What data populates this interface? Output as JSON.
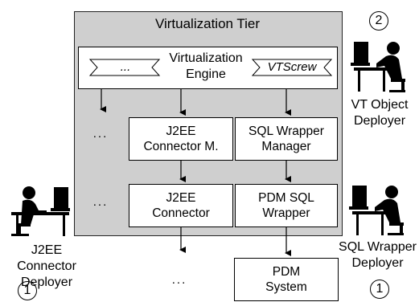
{
  "tier": {
    "title": "Virtualization Tier"
  },
  "engine": {
    "label": "Virtualization\nEngine",
    "left_tag": "...",
    "right_tag": "VTScrew"
  },
  "boxes": {
    "connector_manager": "J2EE\nConnector M.",
    "sql_wrapper_manager": "SQL Wrapper\nManager",
    "connector": "J2EE\nConnector",
    "pdm_sql_wrapper": "PDM SQL\nWrapper",
    "pdm_system": "PDM\nSystem"
  },
  "ellipses": {
    "row1": "...",
    "row2": "...",
    "bottom": "..."
  },
  "actors": {
    "vt_object_deployer": {
      "label": "VT Object\nDeployer",
      "step": "2"
    },
    "j2ee_connector_deployer": {
      "label": "J2EE Connector\nDeployer",
      "step": "1"
    },
    "sql_wrapper_deployer": {
      "label": "SQL Wrapper\nDeployer",
      "step": "1"
    }
  }
}
